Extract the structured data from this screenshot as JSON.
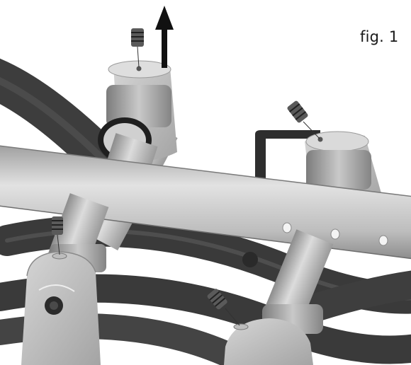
{
  "figure": {
    "label": "fig. 1"
  },
  "parts": {
    "set_screws": 4,
    "indicator": "up-arrow",
    "colors": {
      "metal": "#c2c2c2",
      "metal_dark": "#8e8e8e",
      "tube_dark": "#3d3d3d",
      "screw": "#5a5a5a",
      "arrow": "#111111"
    }
  }
}
